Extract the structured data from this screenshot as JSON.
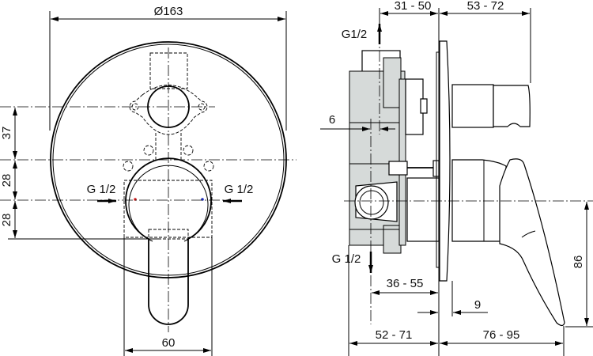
{
  "front_view": {
    "diameter_label": "Ø163",
    "dim_vertical": [
      "37",
      "28",
      "28"
    ],
    "inlet_left": "G 1/2",
    "inlet_right": "G 1/2",
    "width_label": "60",
    "hot_color": "#d02020",
    "cold_color": "#2030c0"
  },
  "side_view": {
    "outlet_top": "G1/2",
    "outlet_bottom": "G 1/2",
    "dim_31_50": "31 - 50",
    "dim_53_72": "53 - 72",
    "dim_6": "6",
    "dim_36_55": "36 - 55",
    "dim_9": "9",
    "dim_52_71": "52 - 71",
    "dim_76_95": "76 - 95",
    "dim_86": "86"
  }
}
